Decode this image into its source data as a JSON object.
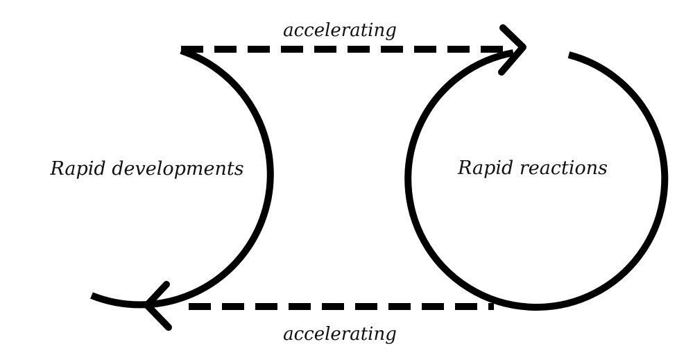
{
  "diagram": {
    "nodes": [
      {
        "id": "rapid-developments",
        "label": "Rapid developments"
      },
      {
        "id": "rapid-reactions",
        "label": "Rapid reactions"
      }
    ],
    "edges": [
      {
        "from": "rapid-developments",
        "to": "rapid-reactions",
        "label": "accelerating",
        "style": "dashed"
      },
      {
        "from": "rapid-reactions",
        "to": "rapid-developments",
        "label": "accelerating",
        "style": "dashed"
      }
    ],
    "colors": {
      "stroke": "#000000",
      "text": "#111111",
      "background": "#ffffff"
    }
  }
}
